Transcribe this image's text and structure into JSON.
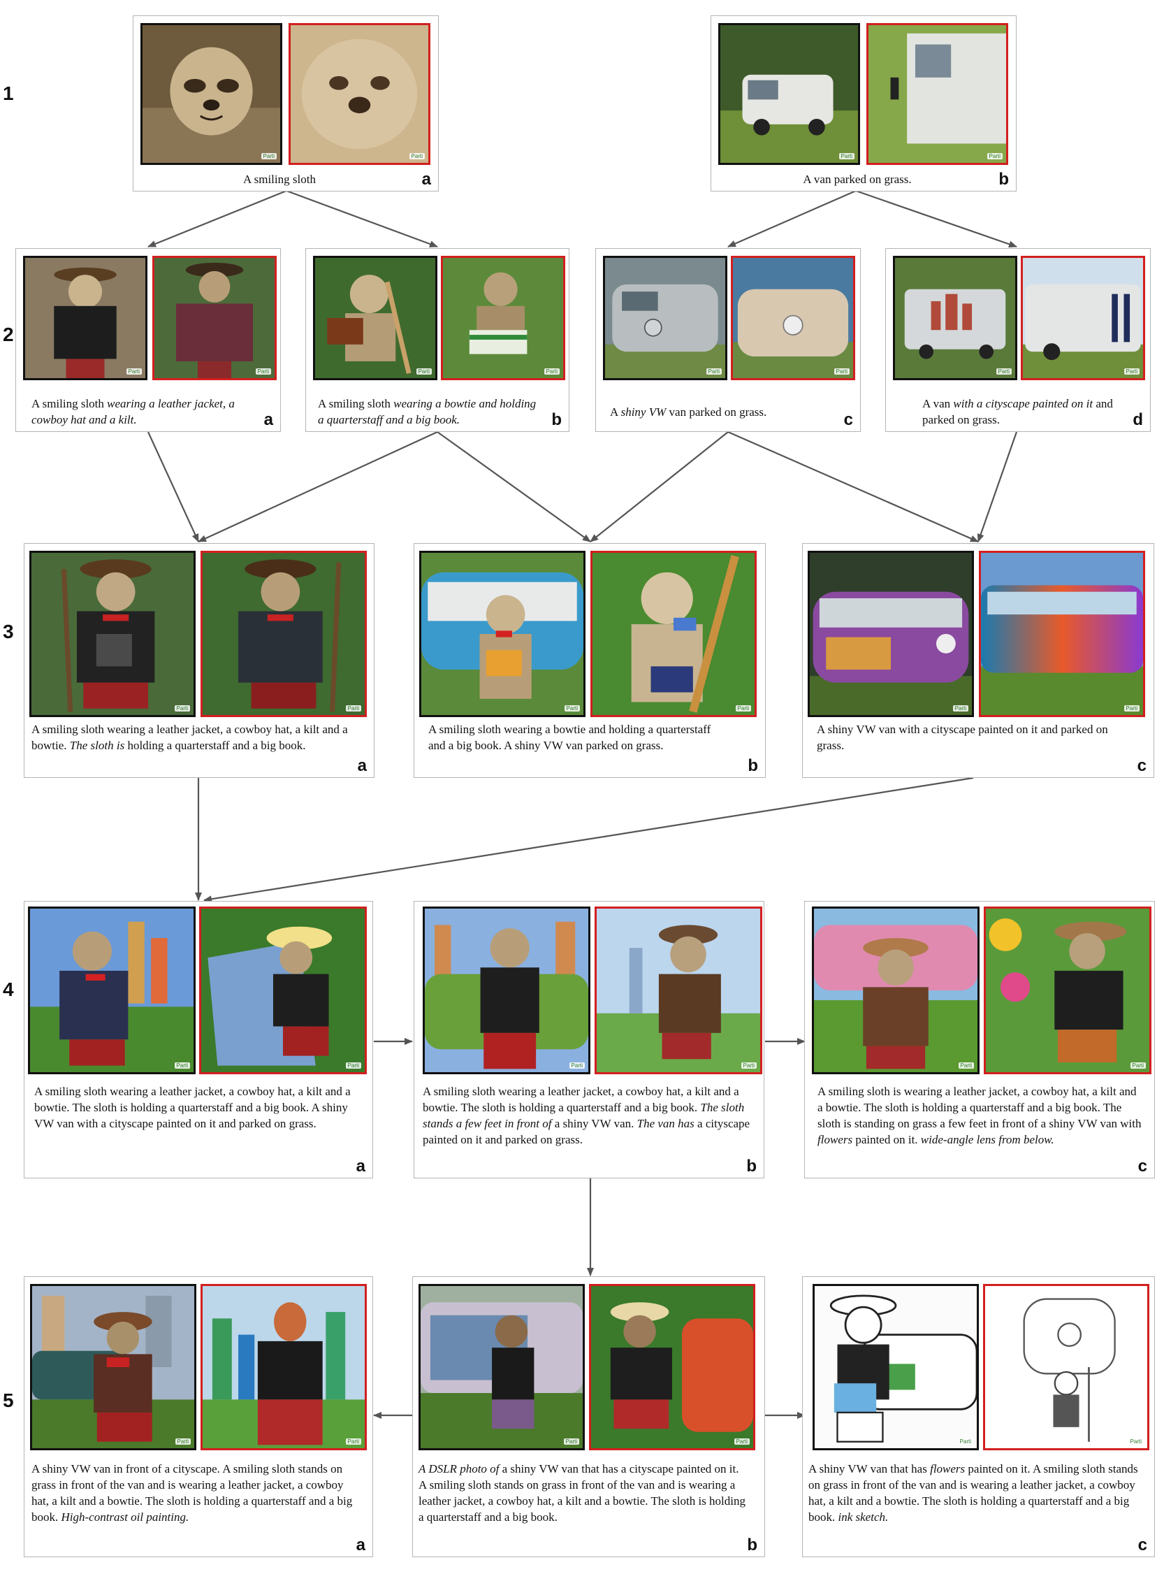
{
  "row_labels": [
    "1",
    "2",
    "3",
    "4",
    "5"
  ],
  "watermark": "Parti",
  "panels": {
    "r1a": {
      "letter": "a",
      "caption": [
        {
          "t": "A smiling sloth",
          "i": false
        }
      ],
      "images": [
        {
          "scene": "sloth-face"
        },
        {
          "scene": "sloth-closeup"
        }
      ]
    },
    "r1b": {
      "letter": "b",
      "caption": [
        {
          "t": "A van parked on grass.",
          "i": false
        }
      ],
      "images": [
        {
          "scene": "white-van"
        },
        {
          "scene": "van-side"
        }
      ]
    },
    "r2a": {
      "letter": "a",
      "caption": [
        {
          "t": "A smiling sloth ",
          "i": false
        },
        {
          "t": "wearing a leather jacket, a cowboy hat and a kilt.",
          "i": true
        }
      ],
      "images": [
        {
          "scene": "sloth-jacket"
        },
        {
          "scene": "sloth-maroon"
        }
      ]
    },
    "r2b": {
      "letter": "b",
      "caption": [
        {
          "t": "A smiling sloth ",
          "i": false
        },
        {
          "t": "wearing a bowtie and holding a quarterstaff and a big book.",
          "i": true
        }
      ],
      "images": [
        {
          "scene": "sloth-book"
        },
        {
          "scene": "sloth-book2"
        }
      ]
    },
    "r2c": {
      "letter": "c",
      "caption": [
        {
          "t": "A ",
          "i": false
        },
        {
          "t": "shiny VW",
          "i": true
        },
        {
          "t": " van parked on grass.",
          "i": false
        }
      ],
      "images": [
        {
          "scene": "vw-silver"
        },
        {
          "scene": "vw-front"
        }
      ]
    },
    "r2d": {
      "letter": "d",
      "caption": [
        {
          "t": "A van ",
          "i": false
        },
        {
          "t": "with a cityscape painted on it",
          "i": true
        },
        {
          "t": " and parked on grass.",
          "i": false
        }
      ],
      "images": [
        {
          "scene": "van-city"
        },
        {
          "scene": "van-city2"
        }
      ]
    },
    "r3a": {
      "letter": "a",
      "caption": [
        {
          "t": "A smiling sloth wearing a leather jacket, a cowboy hat, a kilt and a bowtie. ",
          "i": false
        },
        {
          "t": "The sloth is",
          "i": true
        },
        {
          "t": " holding a quarterstaff and a big book.",
          "i": false
        }
      ],
      "images": [
        {
          "scene": "sloth-full"
        },
        {
          "scene": "sloth-full2"
        }
      ]
    },
    "r3b": {
      "letter": "b",
      "caption": [
        {
          "t": "A smiling sloth wearing a bowtie and holding a quarterstaff and a big book. A shiny VW van parked on grass.",
          "i": false
        }
      ],
      "images": [
        {
          "scene": "sloth-vw"
        },
        {
          "scene": "sloth-green"
        }
      ]
    },
    "r3c": {
      "letter": "c",
      "caption": [
        {
          "t": "A shiny VW van with a cityscape painted on it and parked on grass.",
          "i": false
        }
      ],
      "images": [
        {
          "scene": "vw-purple"
        },
        {
          "scene": "vw-rainbow"
        }
      ]
    },
    "r4a": {
      "letter": "a",
      "caption": [
        {
          "t": "A smiling sloth wearing a leather jacket, a cowboy hat, a kilt and a bowtie. The sloth is holding a quarterstaff and a big book. A shiny VW van with a cityscape painted on it and parked on grass.",
          "i": false
        }
      ],
      "images": [
        {
          "scene": "sloth-city"
        },
        {
          "scene": "sloth-yellowhat"
        }
      ]
    },
    "r4b": {
      "letter": "b",
      "caption": [
        {
          "t": "A smiling sloth wearing a leather jacket, a cowboy hat, a kilt and a bowtie. The sloth is holding a quarterstaff and a big book. ",
          "i": false
        },
        {
          "t": "The sloth stands a few feet in front of",
          "i": true
        },
        {
          "t": " a shiny VW van. ",
          "i": false
        },
        {
          "t": "The van has",
          "i": true
        },
        {
          "t": " a cityscape painted on it and parked on grass.",
          "i": false
        }
      ],
      "images": [
        {
          "scene": "sloth-greenvw"
        },
        {
          "scene": "sloth-cartoon"
        }
      ]
    },
    "r4c": {
      "letter": "c",
      "caption": [
        {
          "t": "A smiling sloth is wearing a leather jacket, a cowboy hat, a kilt and a bowtie. The sloth is holding a quarterstaff and a big book. The sloth is standing on grass a few feet in front of a shiny VW van with ",
          "i": false
        },
        {
          "t": "flowers",
          "i": true
        },
        {
          "t": " painted on it. ",
          "i": false
        },
        {
          "t": "wide-angle lens from below.",
          "i": true
        }
      ],
      "images": [
        {
          "scene": "sloth-flowervan"
        },
        {
          "scene": "sloth-flowers"
        }
      ]
    },
    "r5a": {
      "letter": "a",
      "caption": [
        {
          "t": "A shiny VW van in front of a cityscape. A smiling sloth stands on grass in front of the van and is wearing a leather jacket, a cowboy hat, a kilt and a bowtie. The sloth is holding a quarterstaff and a big book. ",
          "i": false
        },
        {
          "t": "High-contrast oil painting.",
          "i": true
        }
      ],
      "images": [
        {
          "scene": "sloth-oil"
        },
        {
          "scene": "sloth-oil2"
        }
      ]
    },
    "r5b": {
      "letter": "b",
      "caption": [
        {
          "t": "A DSLR photo of",
          "i": true
        },
        {
          "t": " a shiny VW van that has a cityscape painted on it. A smiling sloth stands on grass in front of the van and is wearing a leather jacket, a cowboy hat, a kilt and a bowtie. The sloth is holding a quarterstaff and a big book.",
          "i": false
        }
      ],
      "images": [
        {
          "scene": "sloth-dslr"
        },
        {
          "scene": "sloth-orangevan"
        }
      ]
    },
    "r5c": {
      "letter": "c",
      "caption": [
        {
          "t": "A shiny VW van that has ",
          "i": false
        },
        {
          "t": "flowers",
          "i": true
        },
        {
          "t": " painted on it. A smiling sloth stands on grass in front of the van and is wearing a leather jacket, a cowboy hat, a kilt and a bowtie. The sloth is holding a quarterstaff and a big book. ",
          "i": false
        },
        {
          "t": "ink sketch.",
          "i": true
        }
      ],
      "images": [
        {
          "scene": "sloth-sketch"
        },
        {
          "scene": "sloth-sketch2"
        }
      ]
    }
  }
}
